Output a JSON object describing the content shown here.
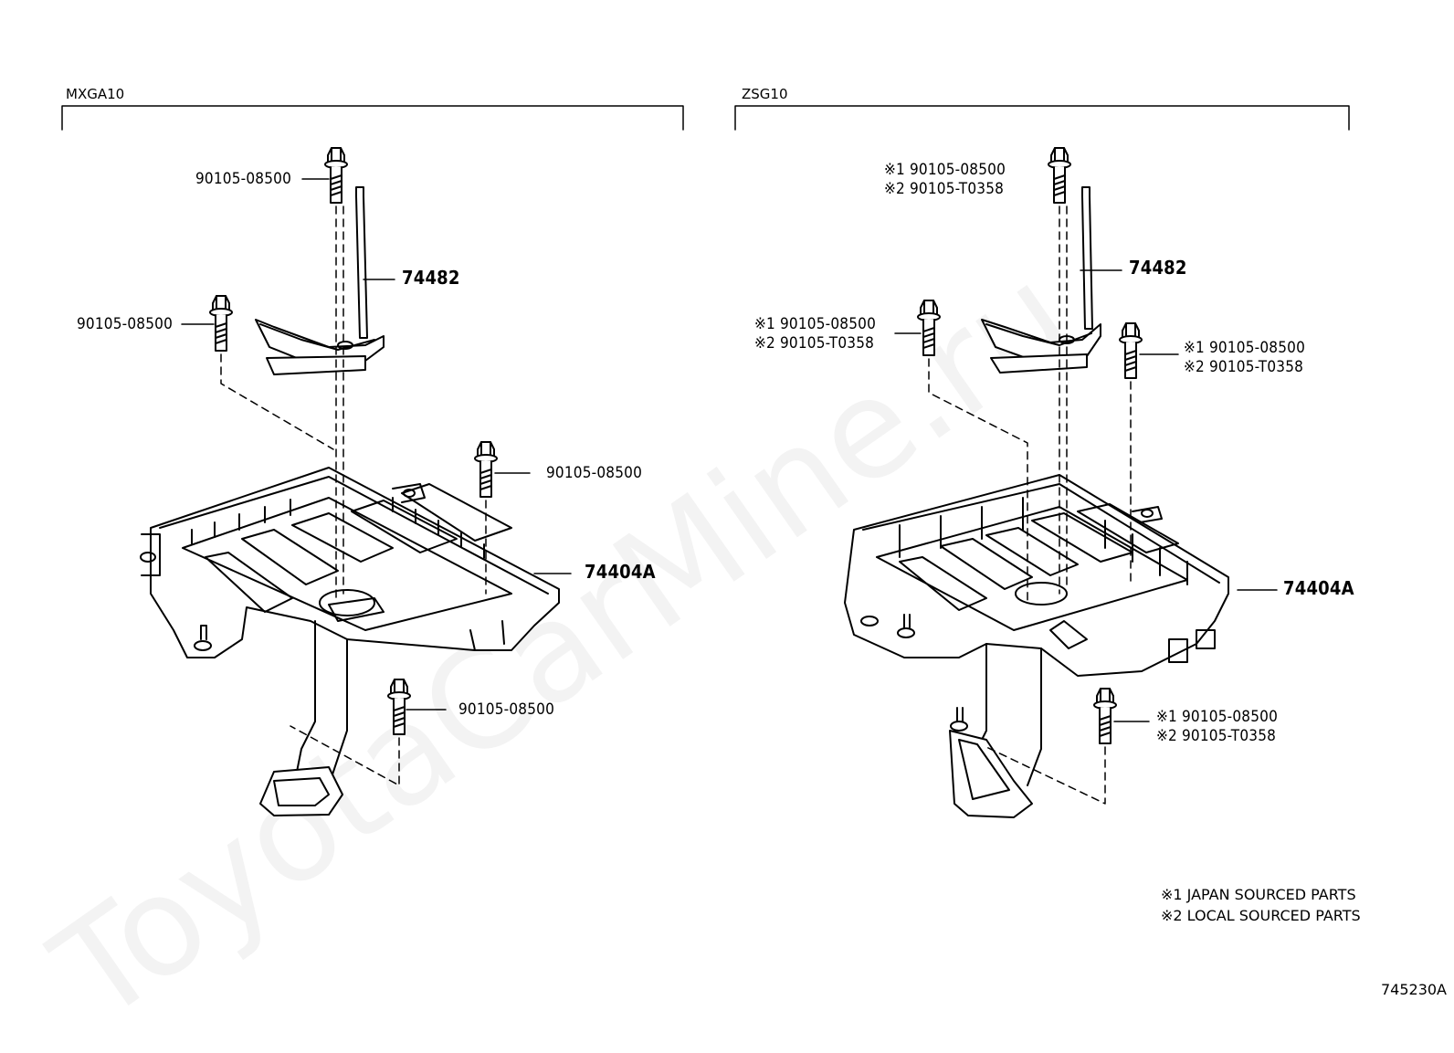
{
  "watermark": "ToyotaCarMine.ru",
  "diagram_code": "745230A",
  "left_section": {
    "title": "MXGA10",
    "bolt_top": "90105-08500",
    "bolt_left": "90105-08500",
    "bolt_right": "90105-08500",
    "bolt_bottom": "90105-08500",
    "clamp": "74482",
    "tray": "74404A"
  },
  "right_section": {
    "title": "ZSG10",
    "bolt_top": [
      "※1 90105-08500",
      "※2 90105-T0358"
    ],
    "bolt_left": [
      "※1 90105-08500",
      "※2 90105-T0358"
    ],
    "bolt_right": [
      "※1 90105-08500",
      "※2 90105-T0358"
    ],
    "bolt_bottom": [
      "※1 90105-08500",
      "※2 90105-T0358"
    ],
    "clamp": "74482",
    "tray": "74404A"
  },
  "notes": [
    "※1 JAPAN SOURCED PARTS",
    "※2 LOCAL SOURCED PARTS"
  ]
}
